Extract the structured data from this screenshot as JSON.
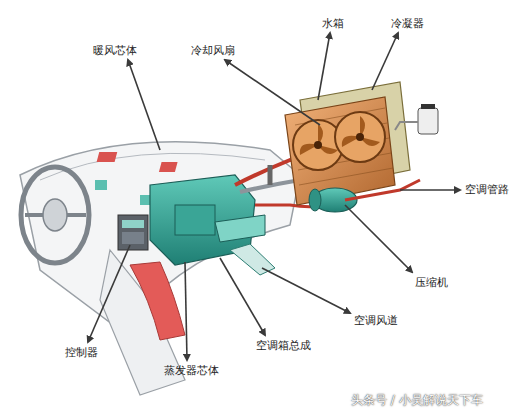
{
  "diagram": {
    "labels": [
      "暖风芯体",
      "冷却风扇",
      "水箱",
      "冷凝器",
      "空调管路",
      "压缩机",
      "空调风道",
      "空调箱总成",
      "蒸发器芯体",
      "控制器",
      "头条号 / 小吴解说天下车"
    ]
  }
}
